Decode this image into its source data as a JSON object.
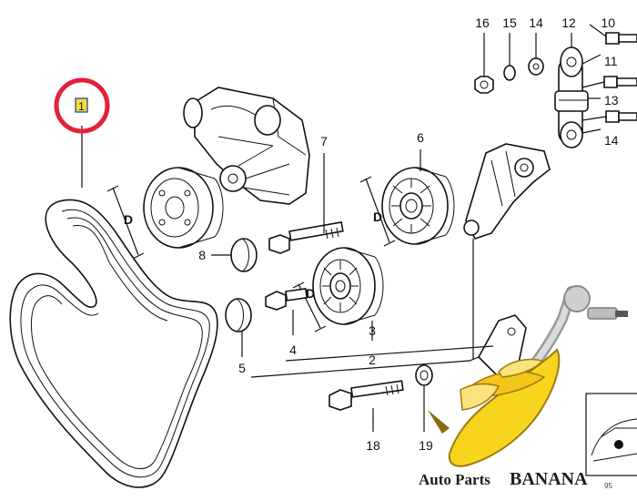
{
  "diagram": {
    "callouts": {
      "p1": "1",
      "p2": "2",
      "p3": "3",
      "p4": "4",
      "p5": "5",
      "p6": "6",
      "p7": "7",
      "p8": "8",
      "p10": "10",
      "p11": "11",
      "p12": "12",
      "p13": "13",
      "p14a": "14",
      "p14b": "14",
      "p15": "15",
      "p16": "16",
      "p18": "18",
      "p19": "19"
    },
    "dimension_label": "D",
    "drawing_code": "95"
  },
  "branding": {
    "name_part1": "Auto Parts",
    "name_part2": "BANANA"
  },
  "colors": {
    "highlight_circle": "#e3213b",
    "highlight_box": "#f2dc3a",
    "banana_yellow": "#f7d51d",
    "banana_dark": "#a07a10",
    "text": "#111111"
  }
}
